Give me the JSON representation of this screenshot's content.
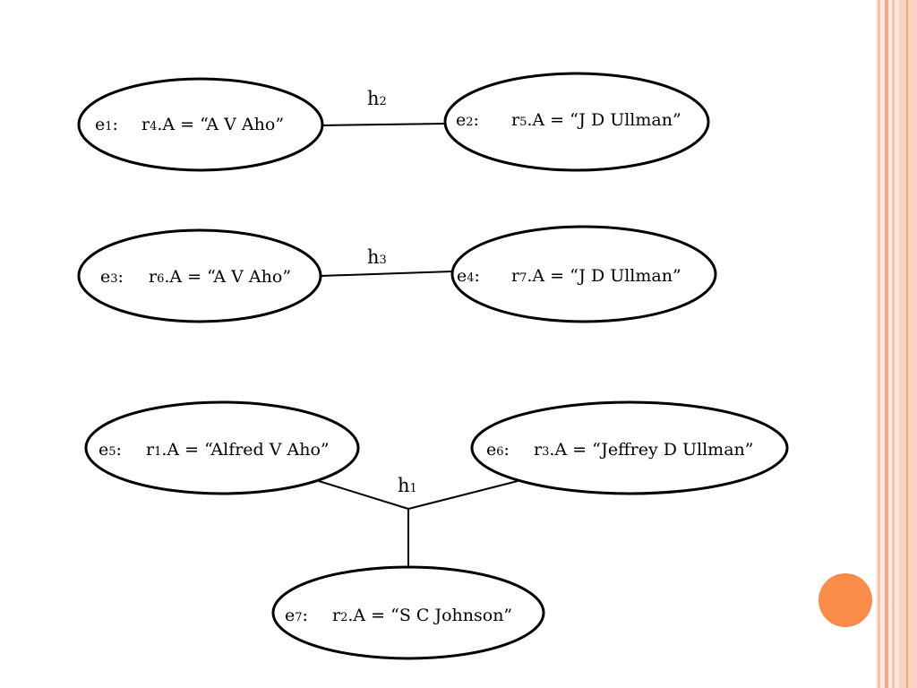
{
  "colors": {
    "border_outer": "#f7c3ac",
    "border_inner": "#f4a887",
    "accent_circle": "#fb8c4a"
  },
  "nodes": {
    "e1": {
      "id_letter": "e",
      "id_num": "1",
      "rec_letter": "r",
      "rec_num": "4",
      "attr": ".A = “A V Aho”"
    },
    "e2": {
      "id_letter": "e",
      "id_num": "2",
      "rec_letter": "r",
      "rec_num": "5",
      "attr": ".A = “J D Ullman”"
    },
    "e3": {
      "id_letter": "e",
      "id_num": "3",
      "rec_letter": "r",
      "rec_num": "6",
      "attr": ".A = “A V Aho”"
    },
    "e4": {
      "id_letter": "e",
      "id_num": "4",
      "rec_letter": "r",
      "rec_num": "7",
      "attr": ".A = “J D Ullman”"
    },
    "e5": {
      "id_letter": "e",
      "id_num": "5",
      "rec_letter": "r",
      "rec_num": "1",
      "attr": ".A = “Alfred V Aho”"
    },
    "e6": {
      "id_letter": "e",
      "id_num": "6",
      "rec_letter": "r",
      "rec_num": "3",
      "attr": ".A = “Jeffrey D Ullman”"
    },
    "e7": {
      "id_letter": "e",
      "id_num": "7",
      "rec_letter": "r",
      "rec_num": "2",
      "attr": ".A = “S C Johnson”"
    }
  },
  "edges": {
    "h2": {
      "letter": "h",
      "num": "2",
      "connects": [
        "e1",
        "e2"
      ]
    },
    "h3": {
      "letter": "h",
      "num": "3",
      "connects": [
        "e3",
        "e4"
      ]
    },
    "h1": {
      "letter": "h",
      "num": "1",
      "connects": [
        "e5",
        "e6",
        "e7"
      ]
    }
  },
  "separator": ":"
}
